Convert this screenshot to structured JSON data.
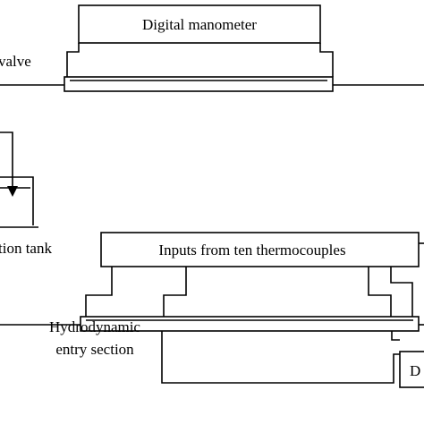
{
  "labels": {
    "manometer": "Digital manometer",
    "valve_partial": "valve",
    "tank_partial": "tion tank",
    "thermocouples": "Inputs from ten thermocouples",
    "entry_line1": "Hydrodynamic",
    "entry_line2": "entry section",
    "cut_box_partial": "D"
  }
}
